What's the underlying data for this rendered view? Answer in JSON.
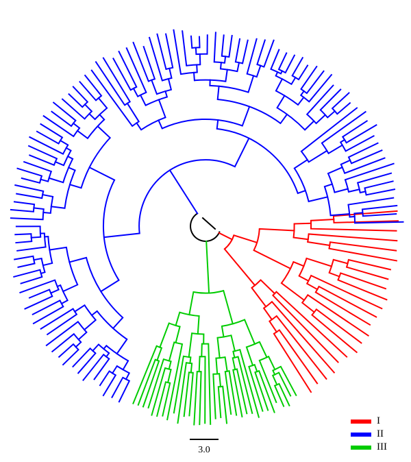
{
  "tree": {
    "type": "circular-phylogeny",
    "root_color": "#000000",
    "clades": [
      {
        "id": "I",
        "color": "#ff0000",
        "leaf_count": 22,
        "arc_deg": [
          -6,
          59
        ]
      },
      {
        "id": "II",
        "color": "#0000ff",
        "leaf_count": 100,
        "arc_deg": [
          115,
          360
        ]
      },
      {
        "id": "III",
        "color": "#00cc00",
        "leaf_count": 33,
        "arc_deg": [
          61,
          113
        ]
      }
    ]
  },
  "legend": {
    "items": [
      {
        "label": "I",
        "color": "#ff0000"
      },
      {
        "label": "II",
        "color": "#0000ff"
      },
      {
        "label": "III",
        "color": "#00cc00"
      }
    ]
  },
  "scale_bar": {
    "label": "3.0"
  }
}
